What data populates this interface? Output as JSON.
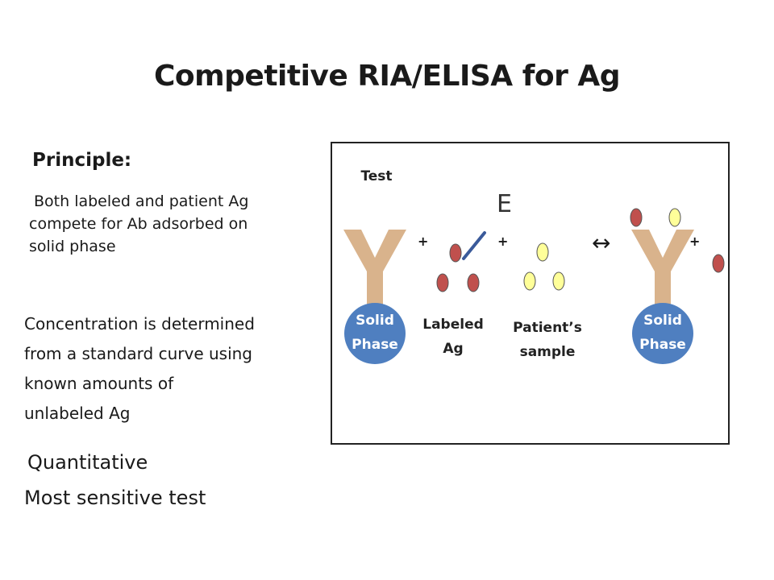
{
  "slide": {
    "title": "Competitive RIA/ELISA for Ag",
    "principle_heading": "Principle:",
    "principle_lines": [
      "Both labeled and patient Ag",
      "compete for Ab adsorbed on",
      "solid phase"
    ],
    "concentration_lines": [
      "Concentration is determined",
      "from a standard curve using",
      "known amounts of",
      "unlabeled Ag"
    ],
    "quantitative": "Quantitative",
    "most_sensitive": "Most sensitive test"
  },
  "diagram": {
    "test_label": "Test",
    "enzyme_label": "E",
    "solid_phase_left": [
      "Solid",
      "Phase"
    ],
    "solid_phase_right": [
      "Solid",
      "Phase"
    ],
    "labeled_ag": [
      "Labeled",
      "Ag"
    ],
    "patient_sample": [
      "Patient’s",
      "sample"
    ],
    "plus": "+",
    "equilibrium_arrow": "↔",
    "colors": {
      "antibody": "#d9b38c",
      "solid_phase": "#4f7fc0",
      "labeled_ag": "#c0504d",
      "patient_ag": "#ffff99",
      "enzyme_stick": "#3a5a9a"
    }
  }
}
